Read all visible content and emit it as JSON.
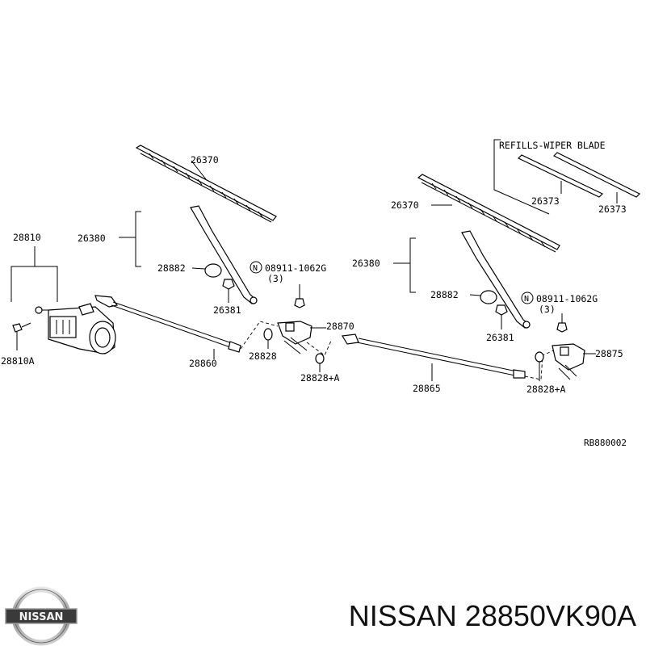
{
  "diagram": {
    "refills_box_title": "REFILLS-WIPER BLADE",
    "ref_code": "RB880002",
    "labels": {
      "blade_left": "26370",
      "blade_right": "26370",
      "arm_left": "26380",
      "arm_right": "26380",
      "refill_a": "26373",
      "refill_b": "26373",
      "motor": "28810",
      "motor_bolt": "28810A",
      "cap_left": "28882",
      "cap_right": "28882",
      "nut_left": "26381",
      "nut_right": "26381",
      "nut_code_left": "08911-1062G",
      "nut_qty_left": "(3)",
      "nut_code_right": "08911-1062G",
      "nut_qty_right": "(3)",
      "nut_symbol": "N",
      "pivot_left": "28870",
      "pivot_right": "28875",
      "link_left": "28860",
      "link_right": "28865",
      "bushing": "28828",
      "bushing_a_left": "28828+A",
      "bushing_a_right": "28828+A"
    }
  },
  "footer": {
    "brand": "NISSAN",
    "title": "NISSAN 28850VK90A"
  }
}
